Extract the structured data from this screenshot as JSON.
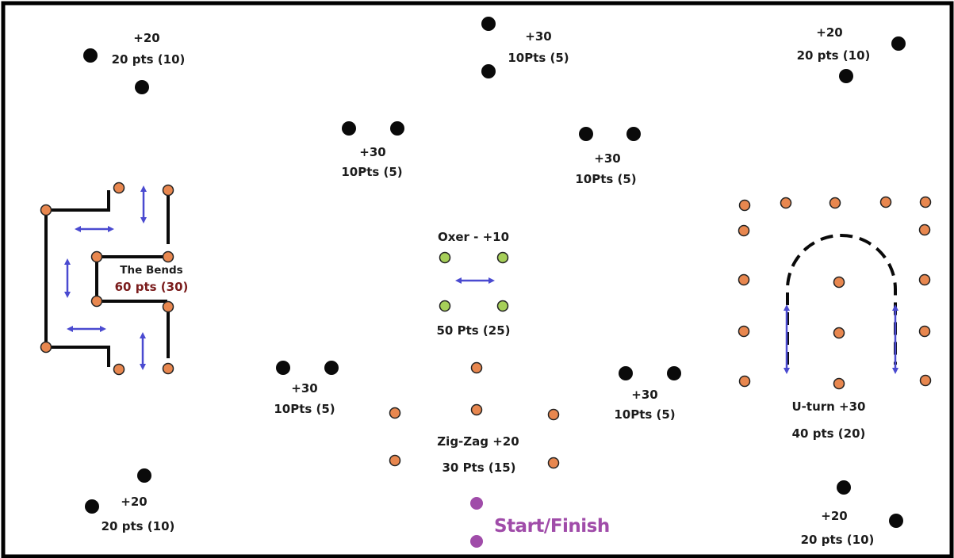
{
  "colors": {
    "frame": "#000000",
    "black_marker": "#0a0a0a",
    "orange_marker": "#e8874f",
    "green_marker": "#a6cf59",
    "purple_marker": "#a04ca9",
    "arrow_blue": "#4a4ad0",
    "label_text": "#1c1c1c",
    "bends_points_text": "#7a1c1c"
  },
  "obstacles": {
    "top_left_pair": {
      "bonus": "+20",
      "points": "20 pts (10)"
    },
    "top_center_pair": {
      "bonus": "+30",
      "points": "10Pts (5)"
    },
    "top_right_pair": {
      "bonus": "+20",
      "points": "20 pts (10)"
    },
    "upper_left_gate": {
      "bonus": "+30",
      "points": "10Pts (5)"
    },
    "upper_right_gate": {
      "bonus": "+30",
      "points": "10Pts (5)"
    },
    "the_bends": {
      "name": "The Bends",
      "points": "60 pts (30)"
    },
    "oxer": {
      "name": "Oxer - +10",
      "points": "50 Pts (25)"
    },
    "uturn": {
      "name": "U-turn +30",
      "points": "40 pts (20)"
    },
    "lower_left_gate": {
      "bonus": "+30",
      "points": "10Pts (5)"
    },
    "lower_right_gate": {
      "bonus": "+30",
      "points": "10Pts (5)"
    },
    "zigzag": {
      "name": "Zig-Zag +20",
      "points": "30 Pts (15)"
    },
    "bottom_left_pair": {
      "bonus": "+20",
      "points": "20 pts (10)"
    },
    "bottom_right_pair": {
      "bonus": "+20",
      "points": "20 pts (10)"
    },
    "start_finish": {
      "label": "Start/Finish"
    }
  }
}
